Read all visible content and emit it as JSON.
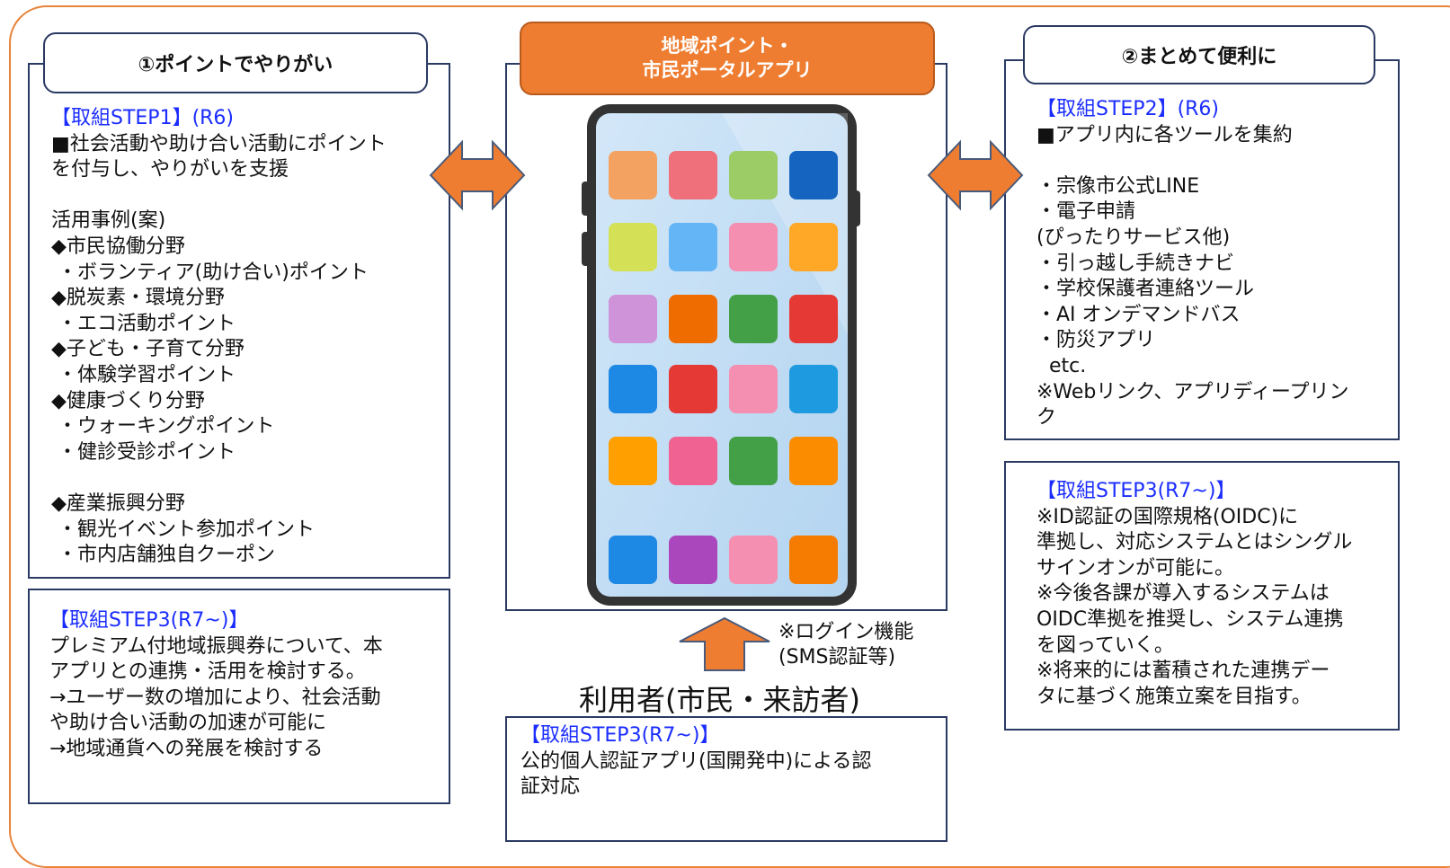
{
  "center": {
    "title_line1": "地域ポイント・",
    "title_line2": "市民ポータルアプリ"
  },
  "left_top": {
    "header": "①ポイントでやりがい",
    "step": "【取組STEP1】(R6)",
    "body": "■社会活動や助け合い活動にポイント\nを付与し、やりがいを支援\n\n活用事例(案)\n◆市民協働分野\n ・ボランティア(助け合い)ポイント\n◆脱炭素・環境分野\n ・エコ活動ポイント\n◆子ども・子育て分野\n ・体験学習ポイント\n◆健康づくり分野\n ・ウォーキングポイント\n ・健診受診ポイント\n\n◆産業振興分野\n ・観光イベント参加ポイント\n ・市内店舗独自クーポン"
  },
  "left_bottom": {
    "step": "【取組STEP3(R7~)】",
    "body": "プレミアム付地域振興券について、本\nアプリとの連携・活用を検討する。\n→ユーザー数の増加により、社会活動\nや助け合い活動の加速が可能に\n→地域通貨への発展を検討する"
  },
  "right_top": {
    "header": "②まとめて便利に",
    "step": "【取組STEP2】(R6)",
    "body": "■アプリ内に各ツールを集約\n\n・宗像市公式LINE\n・電子申請\n(ぴったりサービス他)\n・引っ越し手続きナビ\n・学校保護者連絡ツール\n・AI オンデマンドバス\n・防災アプリ\n  etc.\n※Webリンク、アプリディープリン\nク"
  },
  "right_bottom": {
    "step": "【取組STEP3(R7~)】",
    "body": "※ID認証の国際規格(OIDC)に\n準拠し、対応システムとはシングル\nサインオンが可能に。\n※今後各課が導入するシステムは\nOIDC準拠を推奨し、システム連携\nを図っていく。\n※将来的には蓄積された連携デー\nタに基づく施策立案を目指す。"
  },
  "login_note": "※ログイン機能\n(SMS認証等)",
  "user_label": "利用者(市民・来訪者)",
  "bottom_center": {
    "step": "【取組STEP3(R7~)】",
    "body": "公的個人認証アプリ(国開発中)による認\n証対応"
  },
  "colors": {
    "accent": "#ee7d31",
    "frame": "#2b3a63",
    "step_text": "#1a2cff",
    "app_icons": [
      [
        "#f4a261",
        "#ef6f7a",
        "#9ccc65",
        "#1565c0"
      ],
      [
        "#d4e157",
        "#64b5f6",
        "#f48fb1",
        "#ffa726"
      ],
      [
        "#ce93d8",
        "#ef6c00",
        "#43a047",
        "#e53935"
      ],
      [
        "#1e88e5",
        "#e53935",
        "#f48fb1",
        "#1e9be0"
      ],
      [
        "#ffa000",
        "#f06292",
        "#43a047",
        "#fb8c00"
      ],
      [
        "#1e88e5",
        "#ab47bc",
        "#f48fb1",
        "#f57c00"
      ]
    ]
  }
}
